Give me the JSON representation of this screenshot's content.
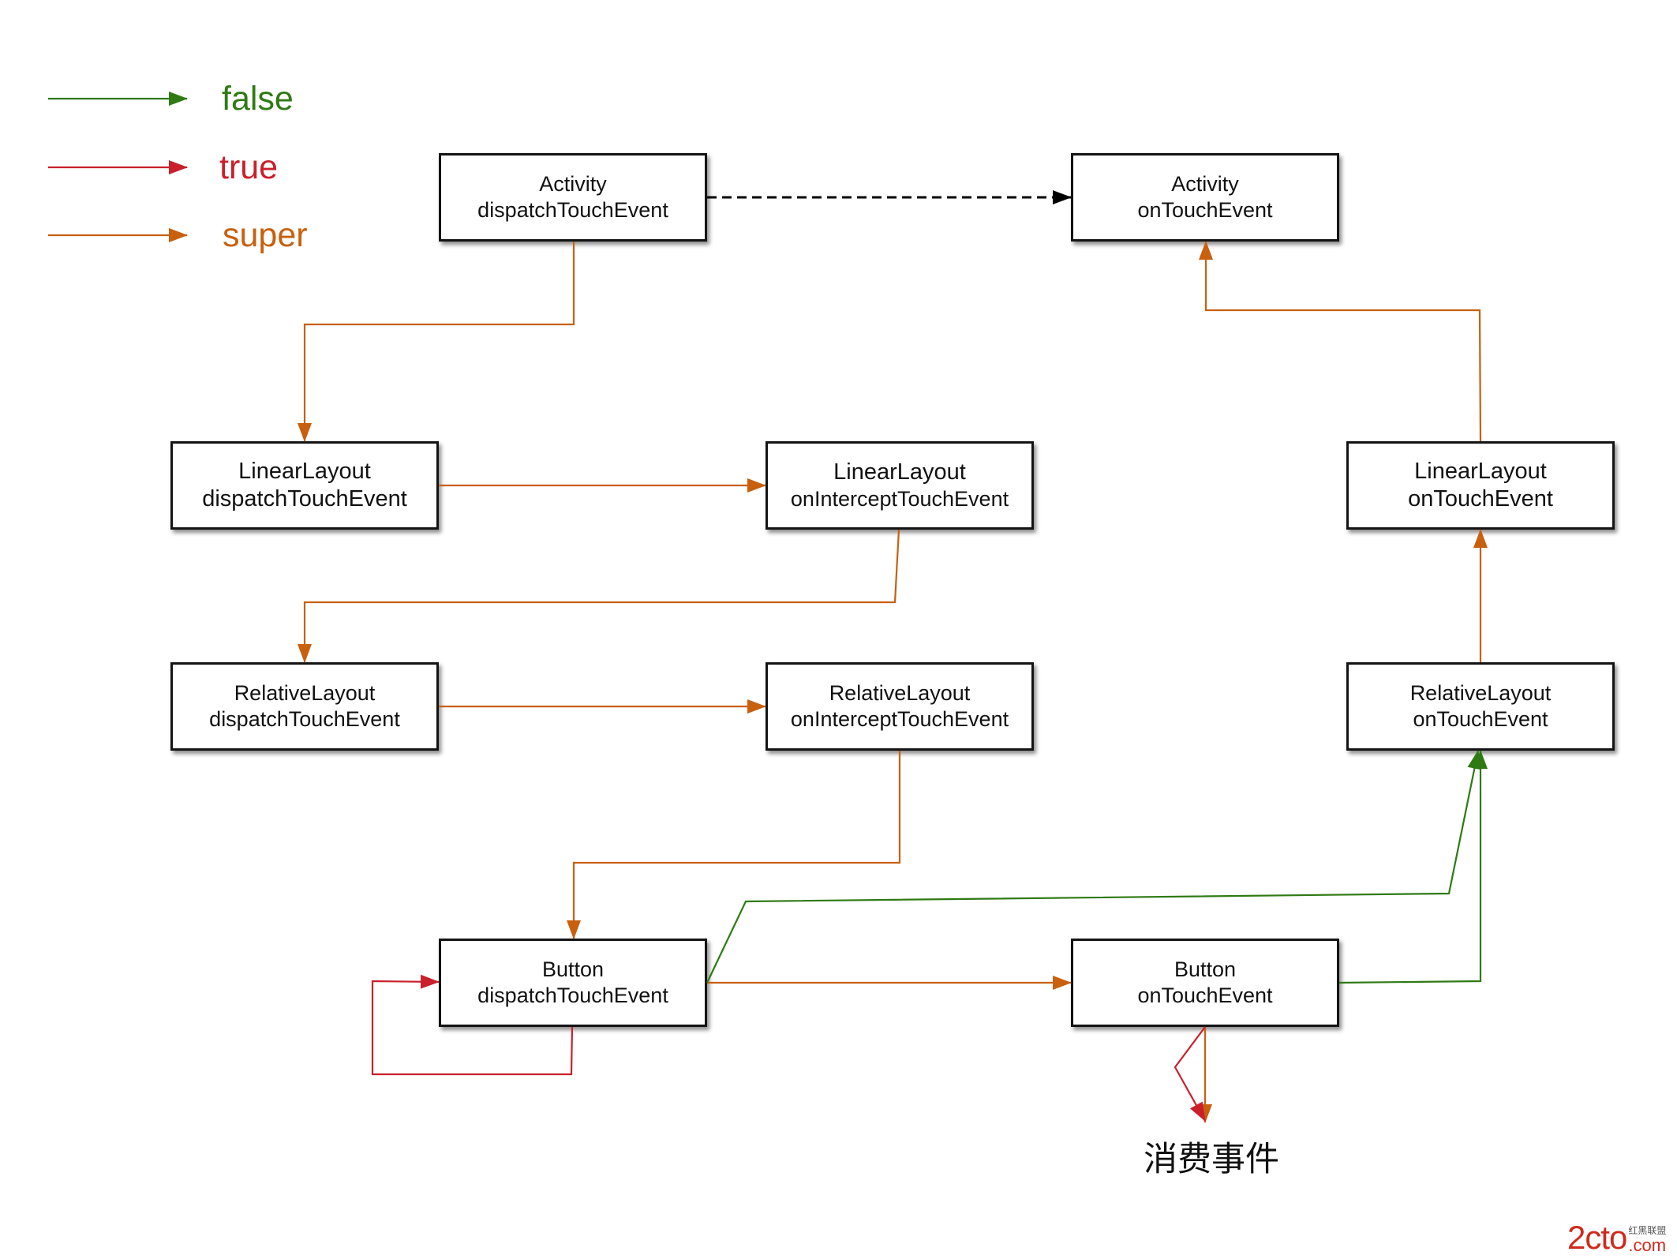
{
  "colors": {
    "false": "#2f7a14",
    "true": "#c9202c",
    "super": "#c8600e",
    "default": "#000000"
  },
  "legend": [
    {
      "label": "false"
    },
    {
      "label": "true"
    },
    {
      "label": "super"
    }
  ],
  "boxes": {
    "activity_dispatch": {
      "title": "Activity",
      "method": "dispatchTouchEvent"
    },
    "activity_ontouch": {
      "title": "Activity",
      "method": "onTouchEvent"
    },
    "linear_dispatch": {
      "title": "LinearLayout",
      "method": "dispatchTouchEvent"
    },
    "linear_intercept": {
      "title": "LinearLayout",
      "method": "onInterceptTouchEvent"
    },
    "linear_ontouch": {
      "title": "LinearLayout",
      "method": "onTouchEvent"
    },
    "relative_dispatch": {
      "title": "RelativeLayout",
      "method": "dispatchTouchEvent"
    },
    "relative_intercept": {
      "title": "RelativeLayout",
      "method": "onInterceptTouchEvent"
    },
    "relative_ontouch": {
      "title": "RelativeLayout",
      "method": "onTouchEvent"
    },
    "button_dispatch": {
      "title": "Button",
      "method": "dispatchTouchEvent"
    },
    "button_ontouch": {
      "title": "Button",
      "method": "onTouchEvent"
    }
  },
  "consume_label": "消费事件",
  "watermark": {
    "logo": "2cto",
    "suffix": ".com",
    "tagline": "红黑联盟"
  }
}
